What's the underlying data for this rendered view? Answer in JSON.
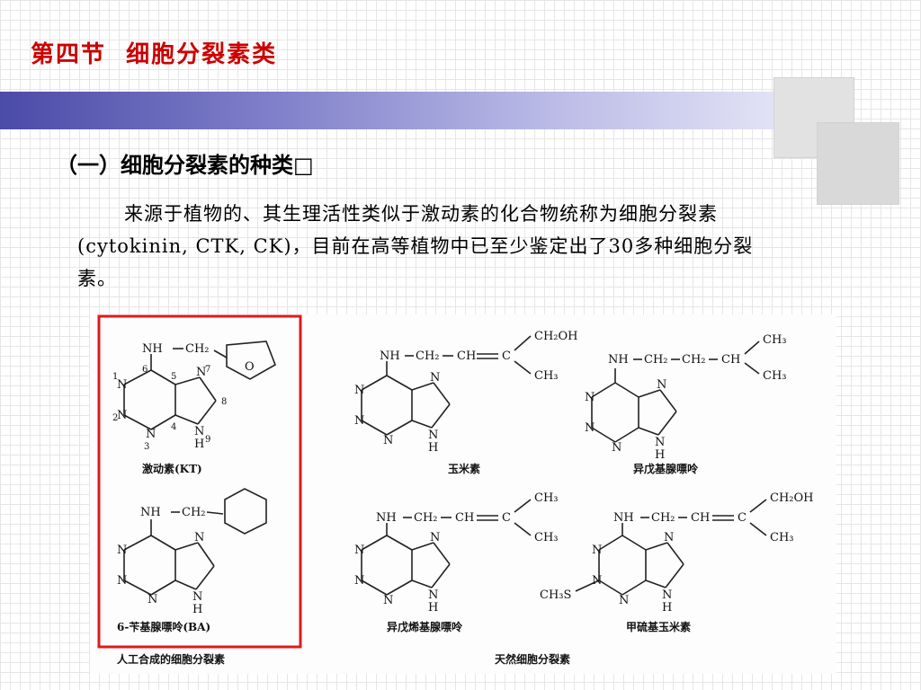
{
  "slide": {
    "title": "第四节  细胞分裂素类",
    "section_heading": "（一）细胞分裂素的种类□",
    "paragraph": "来源于植物的、其生理活性类似于激动素的化合物统称为细胞分裂素(cytokinin, CTK, CK)，目前在高等植物中已至少鉴定出了30多种细胞分裂素。"
  },
  "figure": {
    "captions": {
      "kt": "激动素(KT)",
      "ba": "6-苄基腺嘌呤(BA)",
      "zeatin": "玉米素",
      "ipa": "异戊基腺嘌呤",
      "ipentenyl": "异戊烯基腺嘌呤",
      "mszeatin": "甲硫基玉米素",
      "synthetic": "人工合成的细胞分裂素",
      "natural": "天然细胞分裂素"
    },
    "atoms": {
      "N": "N",
      "H": "H",
      "O": "O",
      "nh": "NH",
      "ch2": "CH₂",
      "ch": "CH",
      "c": "C",
      "ch3": "CH₃",
      "ch2oh": "CH₂OH",
      "ch3s": "CH₃S"
    },
    "ring_numbers": [
      "1",
      "2",
      "3",
      "4",
      "5",
      "6",
      "7",
      "8",
      "9"
    ]
  }
}
